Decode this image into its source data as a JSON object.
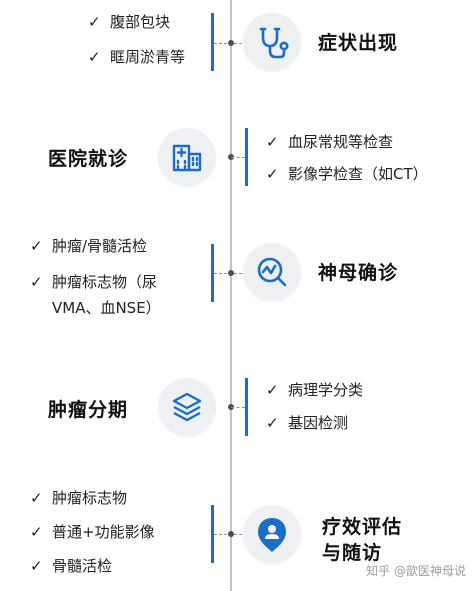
{
  "check_mark": "✓",
  "stages": {
    "s1": {
      "title": "症状出现",
      "icon": "stethoscope-icon",
      "items": [
        "腹部包块",
        "眶周淤青等"
      ]
    },
    "s2": {
      "title": "医院就诊",
      "icon": "hospital-icon",
      "items": [
        "血尿常规等检查",
        "影像学检查（如CT）"
      ]
    },
    "s3": {
      "title": "神母确诊",
      "icon": "search-chart-icon",
      "items": [
        "肿瘤/骨髓活检",
        "肿瘤标志物（尿",
        "VMA、血NSE）"
      ]
    },
    "s4": {
      "title": "肿瘤分期",
      "icon": "layers-icon",
      "items": [
        "病理学分类",
        "基因检测"
      ]
    },
    "s5": {
      "title_line1": "疗效评估",
      "title_line2": "与随访",
      "icon": "location-person-icon",
      "items": [
        "肿瘤标志物",
        "普通+功能影像",
        "骨髓活检"
      ]
    }
  },
  "colors": {
    "accent": "#1a6fc2",
    "line": "#bfc3c8",
    "node_bg": "#eef0f3"
  },
  "watermark": "知乎 @歆医神母说"
}
